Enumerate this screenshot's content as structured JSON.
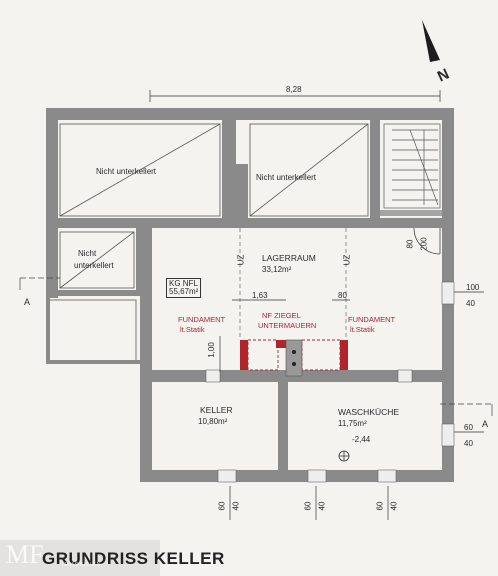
{
  "plan": {
    "title": "GRUNDRISS KELLER",
    "north_label": "N",
    "rooms": {
      "nicht1": "Nicht unterkellert",
      "nicht2": "Nicht unterkellert",
      "nicht3_line1": "Nicht",
      "nicht3_line2": "unterkellert",
      "lager_name": "LAGERRAUM",
      "lager_area": "33,12m²",
      "keller_name": "KELLER",
      "keller_area": "10,80m²",
      "wasch_name": "WASCHKÜCHE",
      "wasch_area": "11,75m²",
      "wasch_level": "-2,44"
    },
    "kg_nfl": {
      "line1": "KG NFL",
      "line2": "55,67m²"
    },
    "annotations": {
      "fund_left_1": "FUNDAMENT",
      "fund_left_2": "lt.Statik",
      "nf_1": "NF ZIEGEL",
      "nf_2": "UNTERMAUERN",
      "fund_right_1": "FUNDAMENT",
      "fund_right_2": "lt.Statik"
    },
    "dims": {
      "top": "8,28",
      "d163": "1,63",
      "d80a": "80",
      "d100": "1,00",
      "uz1": "UZ",
      "uz2": "UZ",
      "stair_80": "80",
      "stair_200": "200",
      "r100": "100",
      "r40a": "40",
      "r60": "60",
      "r40b": "40",
      "b60a": "60",
      "b40a": "40",
      "b60b": "60",
      "b40b": "40",
      "b60c": "60",
      "b40c": "40",
      "sec_a_left": "A",
      "sec_a_right": "A"
    },
    "logo": {
      "text": "MF",
      "sub": "IMMOBILIEN"
    }
  }
}
